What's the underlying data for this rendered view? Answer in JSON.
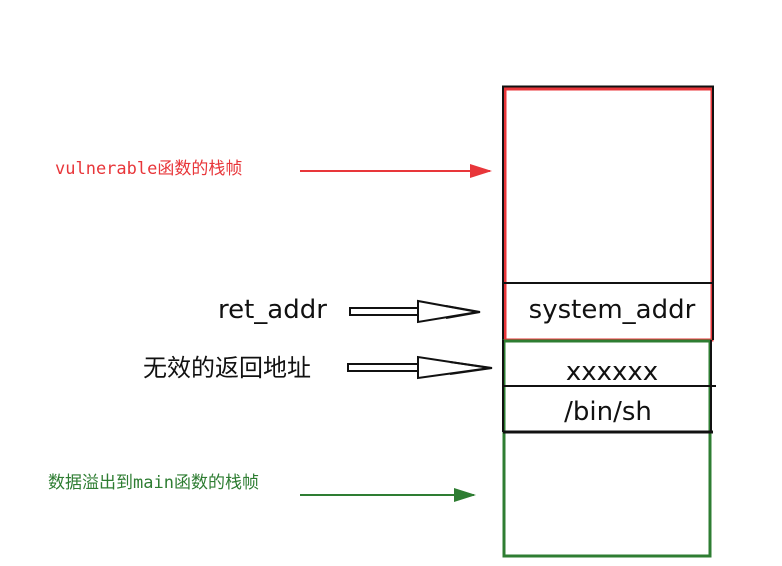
{
  "labels": {
    "vulnerable_frame": "vulnerable函数的栈帧",
    "ret_addr": "ret_addr",
    "invalid_return": "无效的返回地址",
    "overflow_main_frame": "数据溢出到main函数的栈帧"
  },
  "stack": {
    "cells": [
      "system_addr",
      "xxxxxx",
      "/bin/sh"
    ]
  },
  "colors": {
    "red": "#e8363a",
    "green": "#2e7d32",
    "black": "#111111"
  }
}
